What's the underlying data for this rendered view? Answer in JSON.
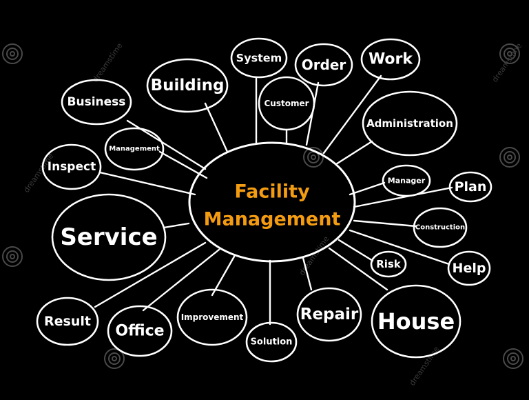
{
  "diagram": {
    "center": {
      "line1": "Facility",
      "line2": "Management",
      "color": "#f39c12"
    },
    "nodes": {
      "business": "Business",
      "building": "Building",
      "system": "System",
      "order": "Order",
      "work": "Work",
      "customer": "Customer",
      "administration": "Administration",
      "management": "Management",
      "inspect": "Inspect",
      "manager": "Manager",
      "plan": "Plan",
      "service": "Service",
      "construction": "Construction",
      "risk": "Risk",
      "help": "Help",
      "result": "Result",
      "office": "Office",
      "improvement": "Improvement",
      "repair": "Repair",
      "solution": "Solution",
      "house": "House"
    }
  },
  "watermark": {
    "text": "dreamstime"
  }
}
